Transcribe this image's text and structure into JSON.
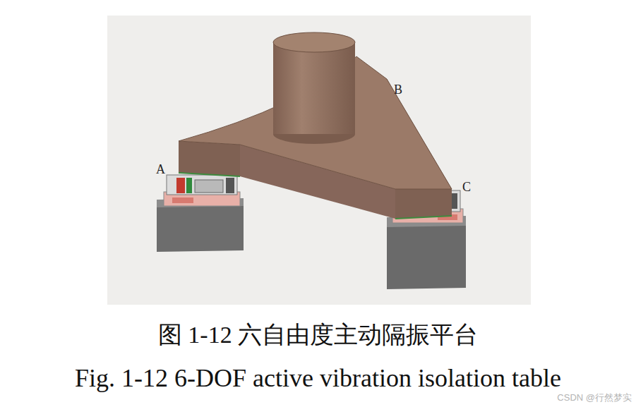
{
  "diagram": {
    "caption": "图 1-12 六自由度主动隔振平台",
    "labels": [
      "A",
      "B",
      "C",
      "Fig. 1-12 6-DOF active vibration isolation table",
      "CSDN @行然梦实"
    ]
  }
}
